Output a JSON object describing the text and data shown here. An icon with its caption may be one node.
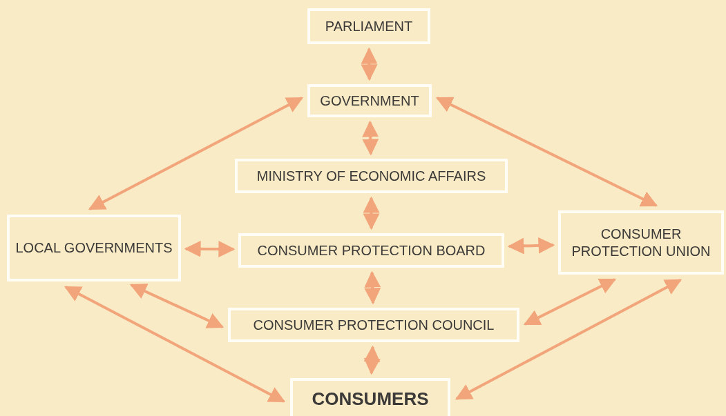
{
  "diagram": {
    "nodes": [
      {
        "text": [
          "PARLIAMENT"
        ]
      },
      {
        "text": [
          "GOVERNMENT"
        ]
      },
      {
        "text": [
          "MINISTRY OF ECONOMIC AFFAIRS"
        ]
      },
      {
        "text": [
          "LOCAL GOVERNMENTS"
        ]
      },
      {
        "text": [
          "CONSUMER PROTECTION BOARD"
        ]
      },
      {
        "text": [
          "CONSUMER PROTECTION UNION"
        ]
      },
      {
        "text": [
          "CONSUMER PROTECTION COUNCIL"
        ]
      },
      {
        "text": [
          "CONSUMERS"
        ]
      }
    ],
    "edges": [
      {
        "from": 0,
        "to": 1,
        "arrow": "both"
      },
      {
        "from": 1,
        "to": 2,
        "arrow": "both"
      },
      {
        "from": 1,
        "to": 3,
        "arrow": "both"
      },
      {
        "from": 1,
        "to": 5,
        "arrow": "both"
      },
      {
        "from": 2,
        "to": 4,
        "arrow": "both"
      },
      {
        "from": 3,
        "to": 4,
        "arrow": "both"
      },
      {
        "from": 4,
        "to": 5,
        "arrow": "both"
      },
      {
        "from": 4,
        "to": 6,
        "arrow": "both"
      },
      {
        "from": 3,
        "to": 6,
        "arrow": "both"
      },
      {
        "from": 5,
        "to": 6,
        "arrow": "both"
      },
      {
        "from": 6,
        "to": 7,
        "arrow": "both"
      },
      {
        "from": 3,
        "to": 7,
        "arrow": "both"
      },
      {
        "from": 5,
        "to": 7,
        "arrow": "both"
      }
    ]
  }
}
